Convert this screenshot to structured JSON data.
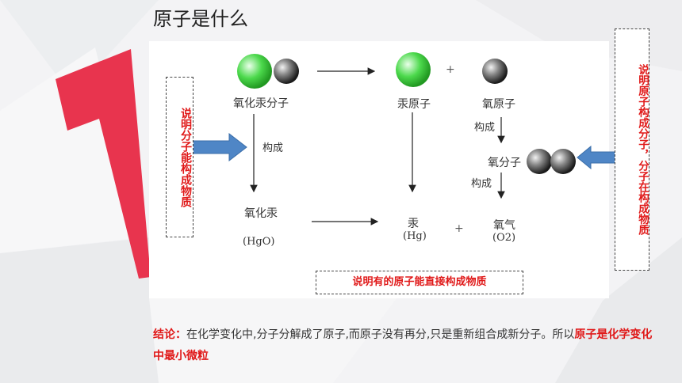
{
  "title": "原子是什么",
  "diagram": {
    "hgo_molecule": "氧化汞分子",
    "hg_atom": "汞原子",
    "o_atom": "氧原子",
    "plus": "+",
    "compose": "构成",
    "o2_molecule": "氧分子",
    "hgo_name": "氧化汞",
    "hgo_formula": "(HgO)",
    "hg_name": "汞",
    "hg_formula": "(Hg)",
    "o2_name": "氧气",
    "o2_formula": "(O2)"
  },
  "notes": {
    "left": "说明分子能构成物质",
    "right": "说明原子构成分子，分子在构成物质",
    "bottom": "说明有的原子能直接构成物质"
  },
  "conclusion": {
    "label": "结论：",
    "text": "在化学变化中,分子分解成了原子,而原子没有再分,只是重新组合成新分子。所以",
    "highlight": "原子是化学变化中最小微粒"
  },
  "colors": {
    "accent_red": "#e8344e",
    "arrow_blue": "#4f86c6",
    "mercury_green": "#4cd94c",
    "oxygen_gray": "#333333"
  }
}
